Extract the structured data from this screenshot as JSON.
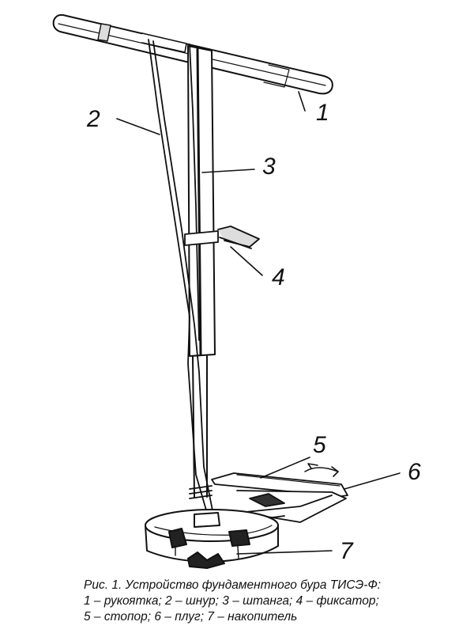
{
  "labels": {
    "n1": "1",
    "n2": "2",
    "n3": "3",
    "n4": "4",
    "n5": "5",
    "n6": "6",
    "n7": "7"
  },
  "caption": {
    "line1": "Рис. 1. Устройство фундаментного бура ТИСЭ-Ф:",
    "line2": "1 – рукоятка; 2 – шнур; 3 – штанга; 4 – фиксатор;",
    "line3": "5 – стопор; 6 – плуг; 7 – накопитель"
  }
}
